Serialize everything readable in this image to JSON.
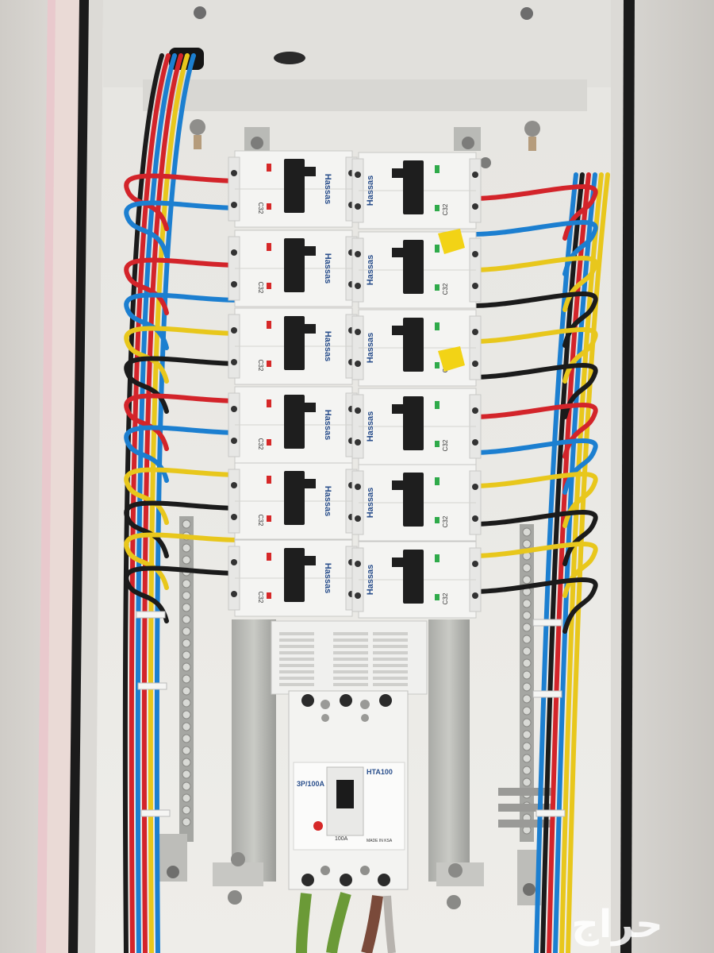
{
  "breaker_brand": "Hassas",
  "breaker_rating": "C32",
  "main_breaker": {
    "model": "HTA100",
    "rating": "3P/100A",
    "dial_rating": "100A",
    "origin": "MADE IN KSA"
  },
  "watermark": "حراج",
  "colors": {
    "red_wire": "#d3242a",
    "blue_wire": "#1c7fd0",
    "yellow_wire": "#e8c71c",
    "black_wire": "#1b1b1b",
    "green_wire": "#6b9a37",
    "enclosure": "#ebeae6",
    "breaker_body": "#f4f4f2",
    "toggle": "#1e1e1e",
    "indicator_red": "#d62828",
    "indicator_green": "#2faa4a",
    "tag_yellow": "#f2d316"
  }
}
